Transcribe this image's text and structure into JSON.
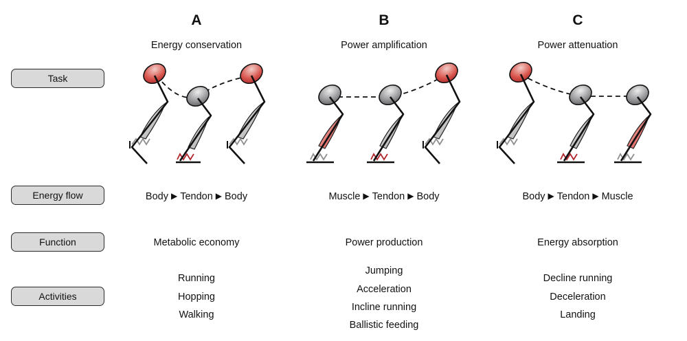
{
  "row_labels": {
    "task": "Task",
    "energy_flow": "Energy flow",
    "function": "Function",
    "activities": "Activities"
  },
  "columns": [
    {
      "letter": "A",
      "title": "Energy conservation",
      "flow": [
        "Body",
        "Tendon",
        "Body"
      ],
      "function": "Metabolic economy",
      "activities": [
        "Running",
        "Hopping",
        "Walking"
      ]
    },
    {
      "letter": "B",
      "title": "Power amplification",
      "flow": [
        "Muscle",
        "Tendon",
        "Body"
      ],
      "function": "Power production",
      "activities": [
        "Jumping",
        "Acceleration",
        "Incline running",
        "Ballistic feeding"
      ]
    },
    {
      "letter": "C",
      "title": "Power attenuation",
      "flow": [
        "Body",
        "Tendon",
        "Muscle"
      ],
      "function": "Energy absorption",
      "activities": [
        "Decline running",
        "Deceleration",
        "Landing"
      ]
    }
  ],
  "flow_arrow": "▶",
  "colors": {
    "red": "#c0242a",
    "grey": "#5f5f62",
    "label_fill": "#d9d9d9"
  }
}
